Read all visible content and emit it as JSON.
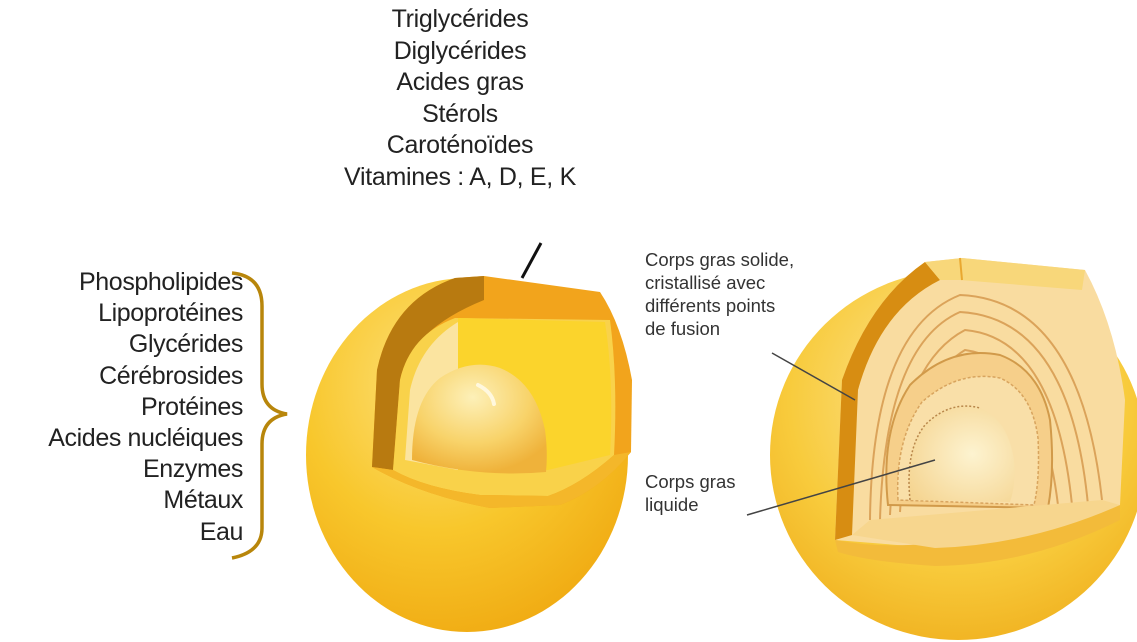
{
  "core_components": {
    "items": [
      "Triglycérides",
      "Diglycérides",
      "Acides gras",
      "Stérols",
      "Caroténoïdes",
      "Vitamines : A, D, E, K"
    ]
  },
  "membrane_components": {
    "items": [
      "Phospholipides",
      "Lipoprotéines",
      "Glycérides",
      "Cérébrosides",
      "Protéines",
      "Acides nucléiques",
      "Enzymes",
      "Métaux",
      "Eau"
    ]
  },
  "right_globule": {
    "solid_label": [
      "Corps gras solide,",
      "cristallisé avec",
      "différents points",
      "de fusion"
    ],
    "liquid_label": [
      "Corps gras",
      "liquide"
    ]
  },
  "colors": {
    "globule_yellow": "#f7c325",
    "membrane_orange": "#f2a41c",
    "membrane_dark": "#b77a10",
    "brace_gold": "#b8860b"
  }
}
